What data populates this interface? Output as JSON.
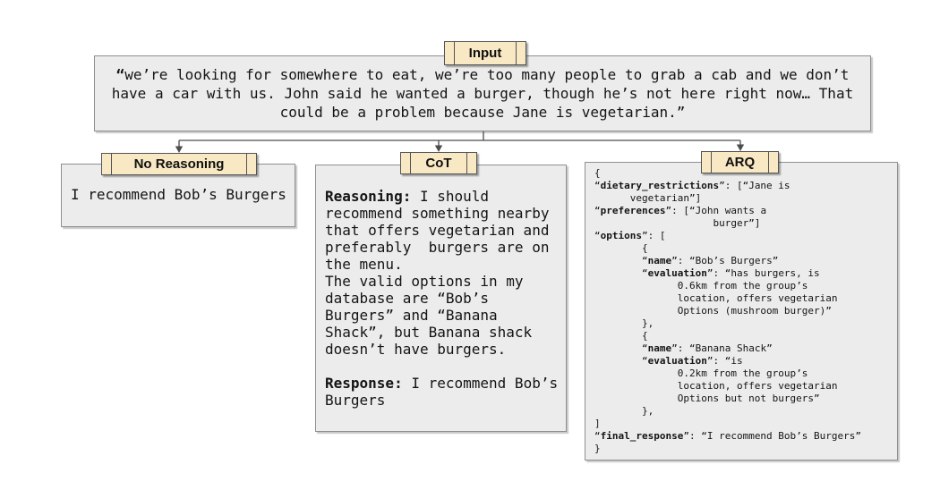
{
  "colors": {
    "label_fill": "#f8e9c4",
    "label_border": "#545454",
    "box_fill": "#ececec",
    "box_border": "#8f8f8f",
    "connector": "#4c4c4c",
    "text": "#141414"
  },
  "input_box": {
    "label": "Input",
    "lines": [
      [
        {
          "t": "“",
          "b": true
        },
        {
          "t": "we’re looking for somewhere to eat, we’re too many people to grab a cab and we don’t"
        }
      ],
      [
        {
          "t": "have a car with us. John said he wanted a burger, though he’s not here right now… That"
        }
      ],
      [
        {
          "t": "could be a problem because Jane is vegetarian.”"
        }
      ]
    ]
  },
  "branches": [
    {
      "label": "No Reasoning",
      "lines": [
        [
          {
            "t": "I recommend Bob’s Burgers"
          }
        ]
      ]
    },
    {
      "label": "CoT",
      "lines": [
        [
          {
            "t": "Reasoning:",
            "b": true
          },
          {
            "t": " I should"
          }
        ],
        [
          {
            "t": "recommend something nearby"
          }
        ],
        [
          {
            "t": "that offers vegetarian and"
          }
        ],
        [
          {
            "t": "preferably  burgers are on"
          }
        ],
        [
          {
            "t": "the menu."
          }
        ],
        [
          {
            "t": "The valid options in my"
          }
        ],
        [
          {
            "t": "database are “Bob’s"
          }
        ],
        [
          {
            "t": "Burgers” and “Banana"
          }
        ],
        [
          {
            "t": "Shack”, but Banana shack"
          }
        ],
        [
          {
            "t": "doesn’t have burgers."
          }
        ],
        [],
        [
          {
            "t": "Response:",
            "b": true
          },
          {
            "t": " I recommend Bob’s"
          }
        ],
        [
          {
            "t": "Burgers"
          }
        ]
      ]
    },
    {
      "label": "ARQ",
      "lines": [
        [
          {
            "t": "{"
          }
        ],
        [
          {
            "t": "“"
          },
          {
            "t": "dietary_restrictions",
            "b": true
          },
          {
            "t": "”: [“Jane is"
          }
        ],
        [
          {
            "t": "      vegetarian”]"
          }
        ],
        [
          {
            "t": "“"
          },
          {
            "t": "preferences",
            "b": true
          },
          {
            "t": "”: [“John wants a"
          }
        ],
        [
          {
            "t": "                    burger”]"
          }
        ],
        [
          {
            "t": "“"
          },
          {
            "t": "options",
            "b": true
          },
          {
            "t": "”: ["
          }
        ],
        [
          {
            "t": "        {"
          }
        ],
        [
          {
            "t": "        “"
          },
          {
            "t": "name",
            "b": true
          },
          {
            "t": "”: “Bob’s Burgers”"
          }
        ],
        [
          {
            "t": "        “"
          },
          {
            "t": "evaluation",
            "b": true
          },
          {
            "t": "”: “has burgers, is"
          }
        ],
        [
          {
            "t": "              0.6km from the group’s"
          }
        ],
        [
          {
            "t": "              location, offers vegetarian"
          }
        ],
        [
          {
            "t": "              Options (mushroom burger)”"
          }
        ],
        [
          {
            "t": "        },"
          }
        ],
        [
          {
            "t": "        {"
          }
        ],
        [
          {
            "t": "        “"
          },
          {
            "t": "name",
            "b": true
          },
          {
            "t": "”: “Banana Shack”"
          }
        ],
        [
          {
            "t": "        “"
          },
          {
            "t": "evaluation",
            "b": true
          },
          {
            "t": "”: “is"
          }
        ],
        [
          {
            "t": "              0.2km from the group’s"
          }
        ],
        [
          {
            "t": "              location, offers vegetarian"
          }
        ],
        [
          {
            "t": "              Options but not burgers”"
          }
        ],
        [
          {
            "t": "        },"
          }
        ],
        [
          {
            "t": "]"
          }
        ],
        [
          {
            "t": "“"
          },
          {
            "t": "final_response",
            "b": true
          },
          {
            "t": "”: “I recommend Bob’s Burgers”"
          }
        ],
        [
          {
            "t": "}"
          }
        ]
      ]
    }
  ]
}
